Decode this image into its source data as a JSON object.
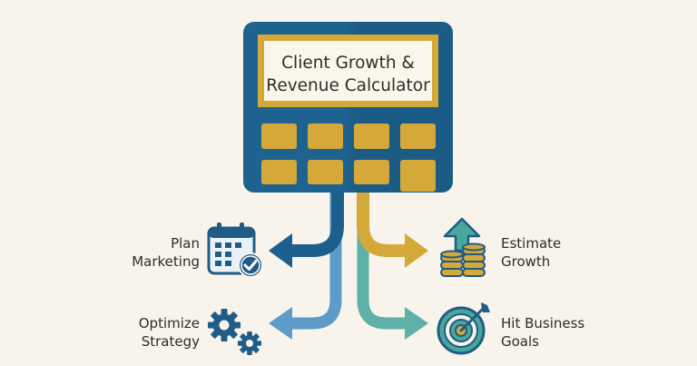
{
  "calculator": {
    "title_line1": "Client Growth &",
    "title_line2": "Revenue Calculator"
  },
  "outputs": {
    "plan_marketing": {
      "line1": "Plan",
      "line2": "Marketing",
      "icon": "calendar-check-icon"
    },
    "optimize_strategy": {
      "line1": "Optimize",
      "line2": "Strategy",
      "icon": "gears-icon"
    },
    "estimate_growth": {
      "line1": "Estimate",
      "line2": "Growth",
      "icon": "coin-stacks-arrow-icon"
    },
    "hit_business_goals": {
      "line1": "Hit Business",
      "line2": "Goals",
      "icon": "target-icon"
    }
  },
  "colors": {
    "background": "#f8f4ec",
    "calculator_body": "#1e6390",
    "calculator_dark": "#184f76",
    "screen_fill": "#fbf6ea",
    "gold": "#d4a93a",
    "dark_blue_arrow": "#1d5f8c",
    "light_blue_arrow": "#5d9cc9",
    "gold_arrow": "#d4a93a",
    "teal_arrow": "#5fb0a6",
    "icon_blue": "#1f5c86",
    "icon_teal": "#4aa79c"
  }
}
